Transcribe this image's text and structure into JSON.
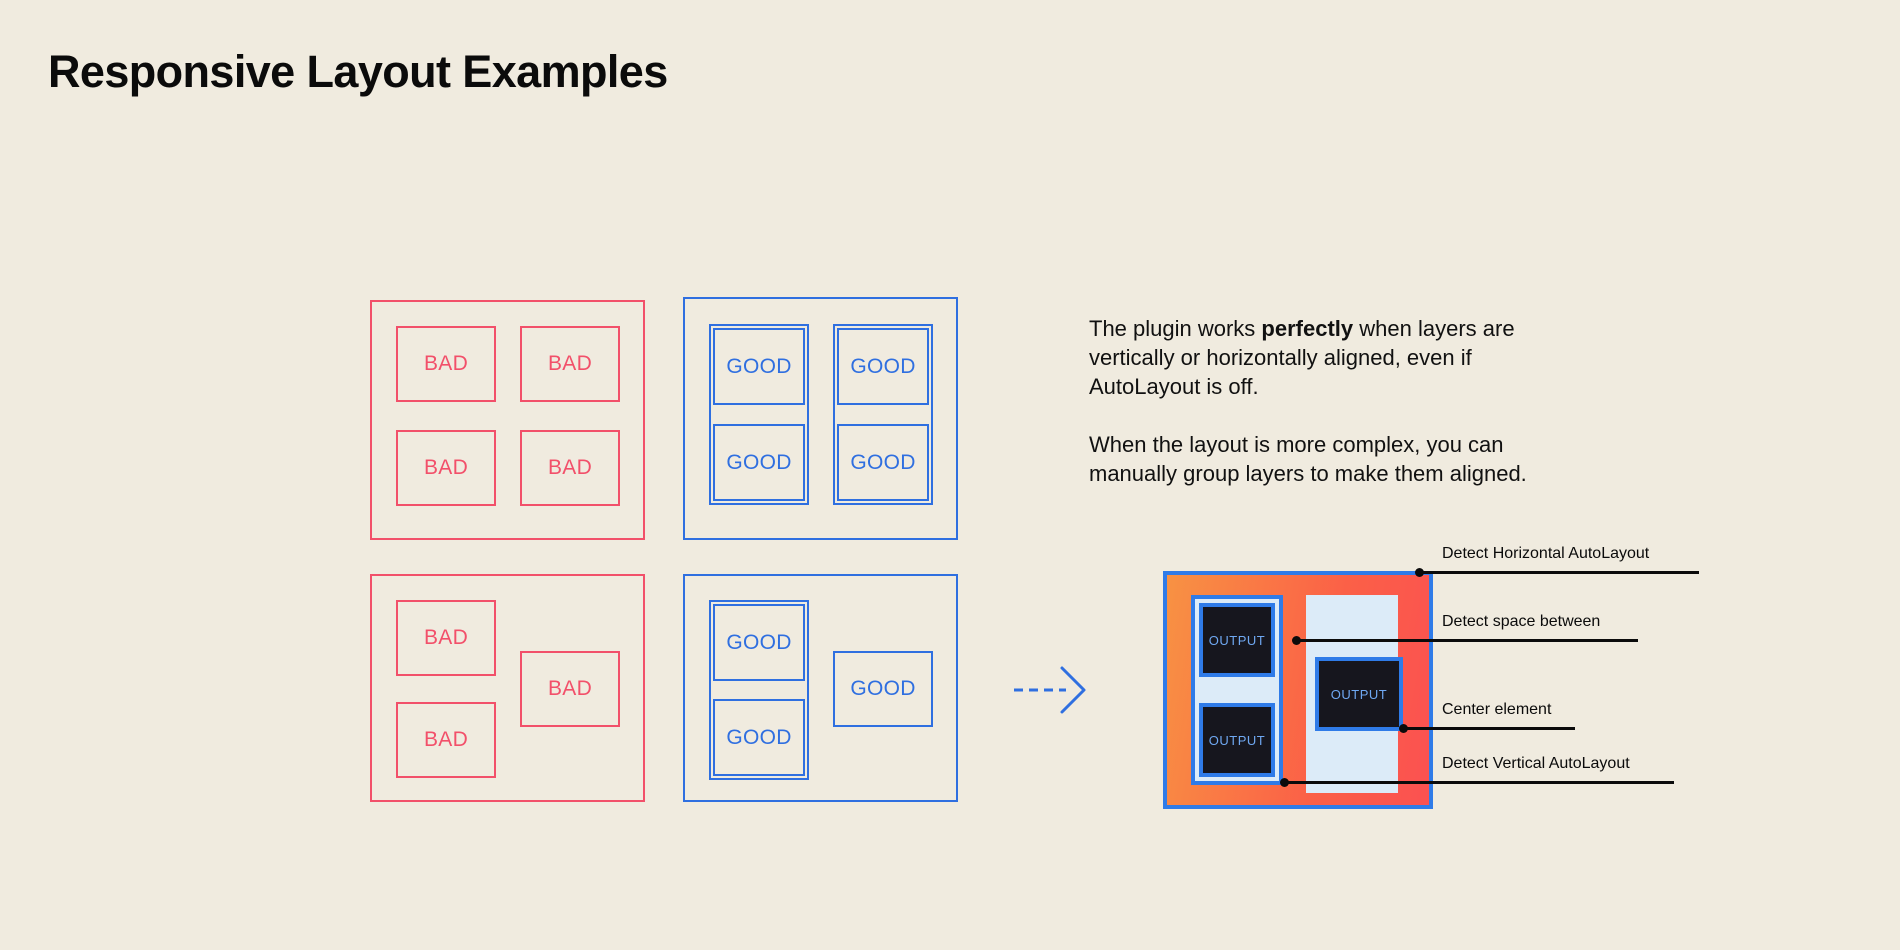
{
  "page": {
    "title": "Responsive Layout Examples",
    "background_color": "#F0EBDF",
    "bad_color": "#F2506A",
    "good_color": "#2F6FE0",
    "text_color": "#0B0B0B"
  },
  "examples": {
    "bad_grid": {
      "label": "bad-aligned-grid",
      "cells": [
        {
          "text": "BAD"
        },
        {
          "text": "BAD"
        },
        {
          "text": "BAD"
        },
        {
          "text": "BAD"
        }
      ]
    },
    "good_grid": {
      "label": "good-aligned-grid",
      "cells": [
        {
          "text": "GOOD"
        },
        {
          "text": "GOOD"
        },
        {
          "text": "GOOD"
        },
        {
          "text": "GOOD"
        }
      ]
    },
    "bad_complex": {
      "label": "bad-complex-layout",
      "cells": [
        {
          "text": "BAD"
        },
        {
          "text": "BAD"
        },
        {
          "text": "BAD"
        }
      ]
    },
    "good_complex": {
      "label": "good-complex-layout",
      "cells": [
        {
          "text": "GOOD"
        },
        {
          "text": "GOOD"
        },
        {
          "text": "GOOD"
        }
      ]
    }
  },
  "arrow": {
    "icon": "dashed-arrow-right-icon",
    "color": "#2F6FE0"
  },
  "copy": {
    "paragraph_1": {
      "before_bold": "The plugin works ",
      "bold": "perfectly",
      "after_bold": " when layers are vertically or horizontally aligned, even if AutoLayout is off."
    },
    "paragraph_2": "When the layout is more complex, you can manually group layers to make them aligned."
  },
  "mockup": {
    "label": "autolayout-detection-preview",
    "frame_border_color": "#2F7BE8",
    "fill_gradient_from": "#F89243",
    "fill_gradient_to": "#FB5151",
    "panel_fill_color": "#DCEBF8",
    "output_fill_color": "#16161E",
    "output_text_color": "#6FA8F2",
    "outputs": [
      {
        "text": "OUTPUT"
      },
      {
        "text": "OUTPUT"
      },
      {
        "text": "OUTPUT"
      }
    ]
  },
  "annotations": [
    {
      "text": "Detect Horizontal AutoLayout"
    },
    {
      "text": "Detect space between"
    },
    {
      "text": "Center element"
    },
    {
      "text": "Detect Vertical AutoLayout"
    }
  ]
}
